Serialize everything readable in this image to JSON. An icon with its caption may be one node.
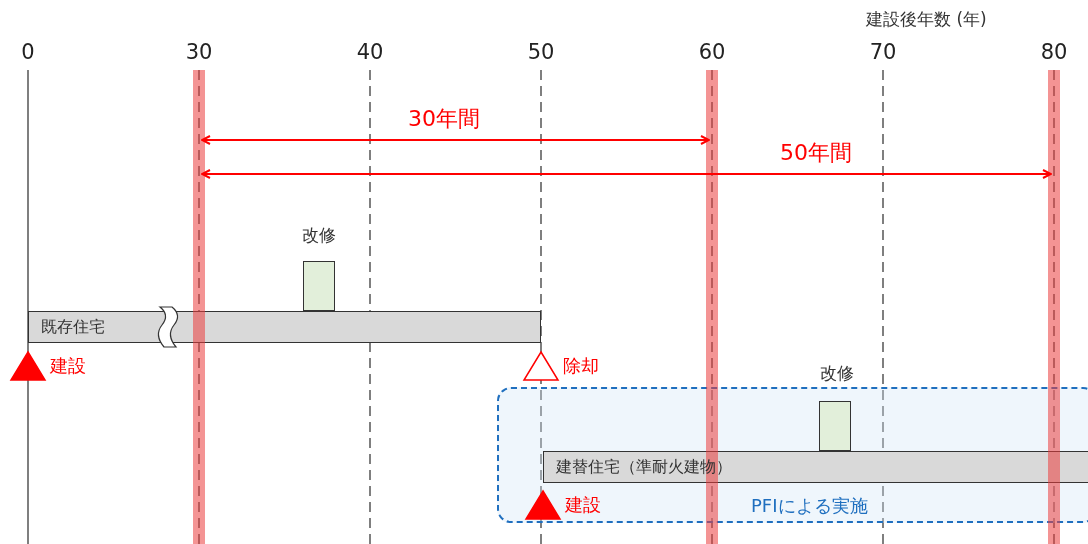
{
  "diagram": {
    "nodes": [
      {
        "text": [
          "既存住宅"
        ]
      },
      {
        "text": [
          "改修"
        ]
      },
      {
        "text": [
          "建設"
        ]
      },
      {
        "text": [
          "除却"
        ]
      },
      {
        "text": [
          "PFIによる実施"
        ]
      },
      {
        "text": [
          "建替住宅（準耐火建物）"
        ],
        "in": 4
      },
      {
        "text": [
          "改修"
        ],
        "in": 4
      },
      {
        "text": [
          "建設"
        ],
        "in": 4
      }
    ],
    "edges": [],
    "labels": [
      "建設後年数 (年)",
      "0",
      "30",
      "40",
      "50",
      "60",
      "70",
      "80",
      "30年間",
      "50年間"
    ]
  }
}
